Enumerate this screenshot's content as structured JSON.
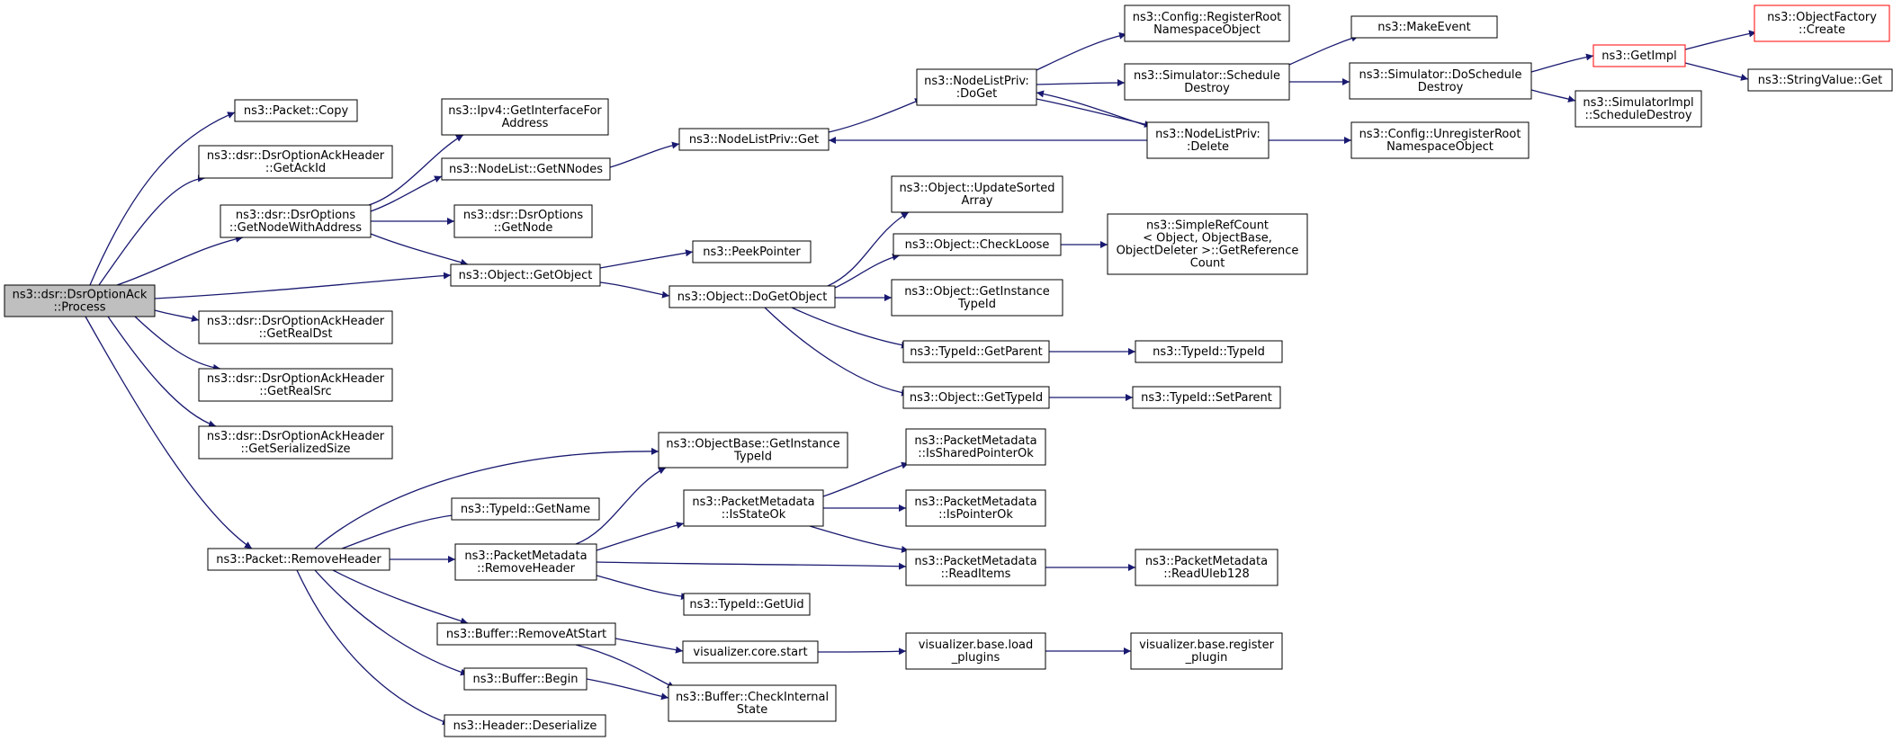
{
  "diagram": {
    "colors": {
      "edge": "#191970",
      "box_border": "#000000",
      "truncated_border": "#ff0000",
      "root_fill": "#bfbfbf",
      "background": "#ffffff"
    },
    "nodes": [
      {
        "id": "root",
        "lines": [
          "ns3::dsr::DsrOptionAck",
          "::Process"
        ],
        "style": "root"
      },
      {
        "id": "packet_copy",
        "lines": [
          "ns3::Packet::Copy"
        ]
      },
      {
        "id": "get_ack_id",
        "lines": [
          "ns3::dsr::DsrOptionAckHeader",
          "::GetAckId"
        ]
      },
      {
        "id": "get_node_with_address",
        "lines": [
          "ns3::dsr::DsrOptions",
          "::GetNodeWithAddress"
        ]
      },
      {
        "id": "object_get_object",
        "lines": [
          "ns3::Object::GetObject"
        ]
      },
      {
        "id": "get_real_dst",
        "lines": [
          "ns3::dsr::DsrOptionAckHeader",
          "::GetRealDst"
        ]
      },
      {
        "id": "get_real_src",
        "lines": [
          "ns3::dsr::DsrOptionAckHeader",
          "::GetRealSrc"
        ]
      },
      {
        "id": "get_serialized_size",
        "lines": [
          "ns3::dsr::DsrOptionAckHeader",
          "::GetSerializedSize"
        ]
      },
      {
        "id": "packet_remove_header",
        "lines": [
          "ns3::Packet::RemoveHeader"
        ]
      },
      {
        "id": "ipv4_get_interface",
        "lines": [
          "ns3::Ipv4::GetInterfaceFor",
          "Address"
        ]
      },
      {
        "id": "nodelist_get_n_nodes",
        "lines": [
          "ns3::NodeList::GetNNodes"
        ]
      },
      {
        "id": "dsr_options_get_node",
        "lines": [
          "ns3::dsr::DsrOptions",
          "::GetNode"
        ]
      },
      {
        "id": "peek_pointer",
        "lines": [
          "ns3::PeekPointer"
        ]
      },
      {
        "id": "object_do_get_object",
        "lines": [
          "ns3::Object::DoGetObject"
        ]
      },
      {
        "id": "nodelistpriv_get",
        "lines": [
          "ns3::NodeListPriv::Get"
        ]
      },
      {
        "id": "nodelistpriv_doget",
        "lines": [
          "ns3::NodeListPriv:",
          ":DoGet"
        ]
      },
      {
        "id": "config_register_root",
        "lines": [
          "ns3::Config::RegisterRoot",
          "NamespaceObject"
        ]
      },
      {
        "id": "simulator_schedule_destroy",
        "lines": [
          "ns3::Simulator::Schedule",
          "Destroy"
        ]
      },
      {
        "id": "nodelistpriv_delete",
        "lines": [
          "ns3::NodeListPriv:",
          ":Delete"
        ]
      },
      {
        "id": "make_event",
        "lines": [
          "ns3::MakeEvent"
        ]
      },
      {
        "id": "simulator_do_schedule_destroy",
        "lines": [
          "ns3::Simulator::DoSchedule",
          "Destroy"
        ]
      },
      {
        "id": "config_unregister_root",
        "lines": [
          "ns3::Config::UnregisterRoot",
          "NamespaceObject"
        ]
      },
      {
        "id": "get_impl",
        "lines": [
          "ns3::GetImpl"
        ],
        "style": "truncated"
      },
      {
        "id": "simulator_impl_schedule_destroy",
        "lines": [
          "ns3::SimulatorImpl",
          "::ScheduleDestroy"
        ]
      },
      {
        "id": "object_factory_create",
        "lines": [
          "ns3::ObjectFactory",
          "::Create"
        ],
        "style": "truncated"
      },
      {
        "id": "string_value_get",
        "lines": [
          "ns3::StringValue::Get"
        ]
      },
      {
        "id": "object_update_sorted_array",
        "lines": [
          "ns3::Object::UpdateSorted",
          "Array"
        ]
      },
      {
        "id": "object_check_loose",
        "lines": [
          "ns3::Object::CheckLoose"
        ]
      },
      {
        "id": "simple_ref_count",
        "lines": [
          "ns3::SimpleRefCount",
          "< Object, ObjectBase,",
          "ObjectDeleter >::GetReference",
          "Count"
        ]
      },
      {
        "id": "object_get_instance_type_id",
        "lines": [
          "ns3::Object::GetInstance",
          "TypeId"
        ]
      },
      {
        "id": "typeid_get_parent",
        "lines": [
          "ns3::TypeId::GetParent"
        ]
      },
      {
        "id": "typeid_typeid",
        "lines": [
          "ns3::TypeId::TypeId"
        ]
      },
      {
        "id": "object_get_type_id",
        "lines": [
          "ns3::Object::GetTypeId"
        ]
      },
      {
        "id": "typeid_set_parent",
        "lines": [
          "ns3::TypeId::SetParent"
        ]
      },
      {
        "id": "objectbase_get_instance_type_id",
        "lines": [
          "ns3::ObjectBase::GetInstance",
          "TypeId"
        ]
      },
      {
        "id": "typeid_get_name",
        "lines": [
          "ns3::TypeId::GetName"
        ]
      },
      {
        "id": "packet_metadata_remove_header",
        "lines": [
          "ns3::PacketMetadata",
          "::RemoveHeader"
        ]
      },
      {
        "id": "packet_metadata_is_state_ok",
        "lines": [
          "ns3::PacketMetadata",
          "::IsStateOk"
        ]
      },
      {
        "id": "packet_metadata_is_shared_pointer_ok",
        "lines": [
          "ns3::PacketMetadata",
          "::IsSharedPointerOk"
        ]
      },
      {
        "id": "packet_metadata_is_pointer_ok",
        "lines": [
          "ns3::PacketMetadata",
          "::IsPointerOk"
        ]
      },
      {
        "id": "packet_metadata_read_items",
        "lines": [
          "ns3::PacketMetadata",
          "::ReadItems"
        ]
      },
      {
        "id": "packet_metadata_read_uleb128",
        "lines": [
          "ns3::PacketMetadata",
          "::ReadUleb128"
        ]
      },
      {
        "id": "typeid_get_uid",
        "lines": [
          "ns3::TypeId::GetUid"
        ]
      },
      {
        "id": "buffer_remove_at_start",
        "lines": [
          "ns3::Buffer::RemoveAtStart"
        ]
      },
      {
        "id": "visualizer_core_start",
        "lines": [
          "visualizer.core.start"
        ]
      },
      {
        "id": "visualizer_base_load_plugins",
        "lines": [
          "visualizer.base.load",
          "_plugins"
        ]
      },
      {
        "id": "visualizer_base_register_plugin",
        "lines": [
          "visualizer.base.register",
          "_plugin"
        ]
      },
      {
        "id": "buffer_begin",
        "lines": [
          "ns3::Buffer::Begin"
        ]
      },
      {
        "id": "buffer_check_internal_state",
        "lines": [
          "ns3::Buffer::CheckInternal",
          "State"
        ]
      },
      {
        "id": "header_deserialize",
        "lines": [
          "ns3::Header::Deserialize"
        ]
      }
    ]
  }
}
